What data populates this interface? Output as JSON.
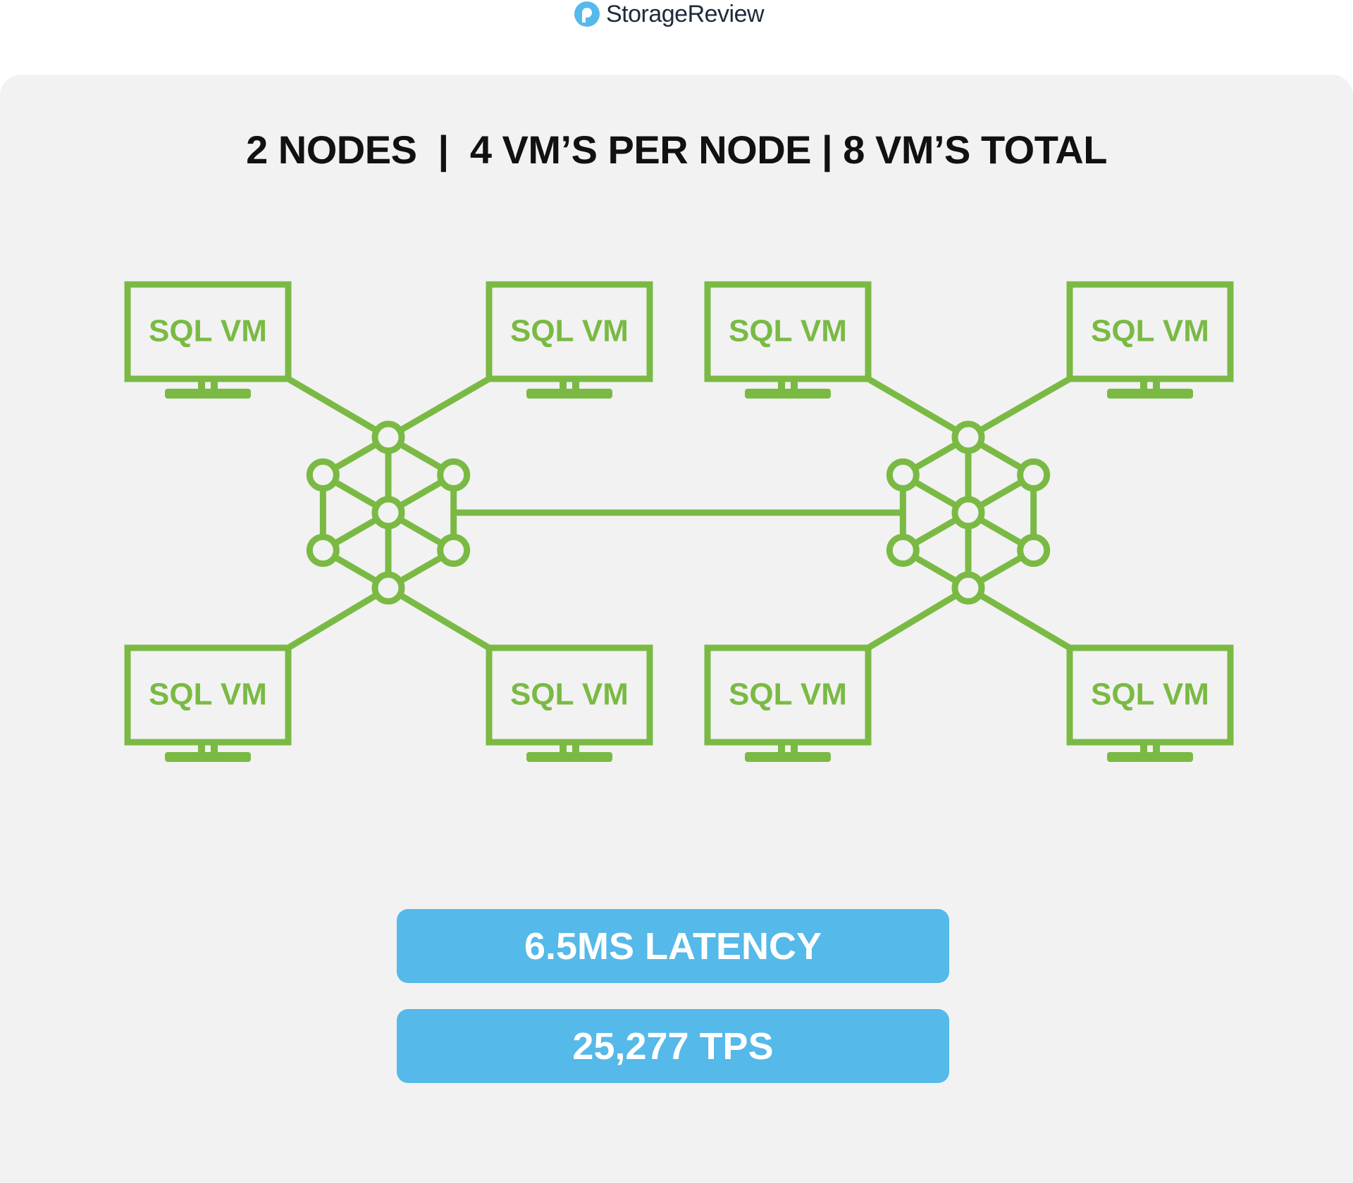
{
  "header": {
    "brand_name": "StorageReview",
    "logo_icon": "storagereview-logo-icon",
    "logo_color": "#55b9e9"
  },
  "headline": "2 NODES  |  4 VM’S PER NODE | 8 VM’S TOTAL",
  "diagram": {
    "accent_color": "#7aba44",
    "vm_label": "SQL VM",
    "nodes": [
      {
        "id": "node-1",
        "vms": [
          "SQL VM",
          "SQL VM",
          "SQL VM",
          "SQL VM"
        ]
      },
      {
        "id": "node-2",
        "vms": [
          "SQL VM",
          "SQL VM",
          "SQL VM",
          "SQL VM"
        ]
      }
    ],
    "node_icon": "network-hub-icon",
    "vm_icon": "monitor-icon"
  },
  "stats": {
    "latency": "6.5MS LATENCY",
    "tps": "25,277 TPS",
    "color": "#55b9e9"
  }
}
